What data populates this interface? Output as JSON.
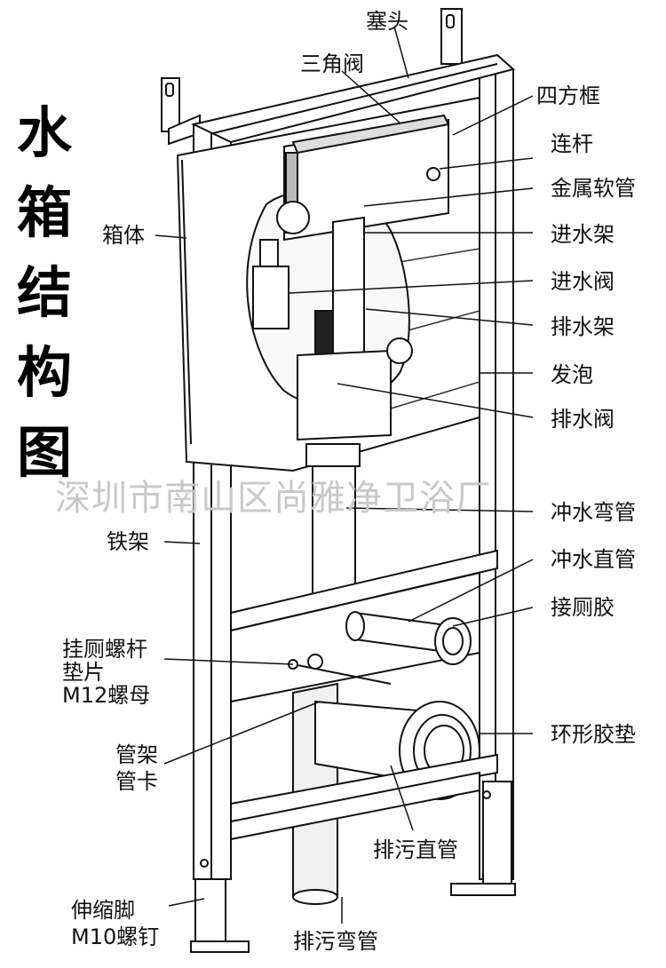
{
  "title_chars": [
    "水",
    "箱",
    "结",
    "构",
    "图"
  ],
  "watermark": "深圳市南山区尚雅净卫浴厂",
  "labels": {
    "sai_tou": "塞头",
    "san_jiao_fa": "三角阀",
    "si_fang_kuang": "四方框",
    "lian_gan": "连杆",
    "jin_shu_ruan_guan": "金属软管",
    "jin_shui_jia": "进水架",
    "jin_shui_fa": "进水阀",
    "pai_shui_jia": "排水架",
    "fa_pao": "发泡",
    "pai_shui_fa": "排水阀",
    "xiang_ti": "箱体",
    "chong_shui_wan_guan": "冲水弯管",
    "chong_shui_zhi_guan": "冲水直管",
    "jie_ce_jiao": "接厕胶",
    "tie_jia": "铁架",
    "gua_ce_luo_gan": [
      "挂厕螺杆",
      "垫片",
      "M12螺母"
    ],
    "guan_jia_guan_ka": [
      "管架",
      "管卡"
    ],
    "huan_xing_jiao_dian": "环形胶垫",
    "pai_wu_zhi_guan": "排污直管",
    "shen_suo_jiao": [
      "伸缩脚",
      "M10螺钉"
    ],
    "pai_wu_wan_guan": "排污弯管"
  }
}
